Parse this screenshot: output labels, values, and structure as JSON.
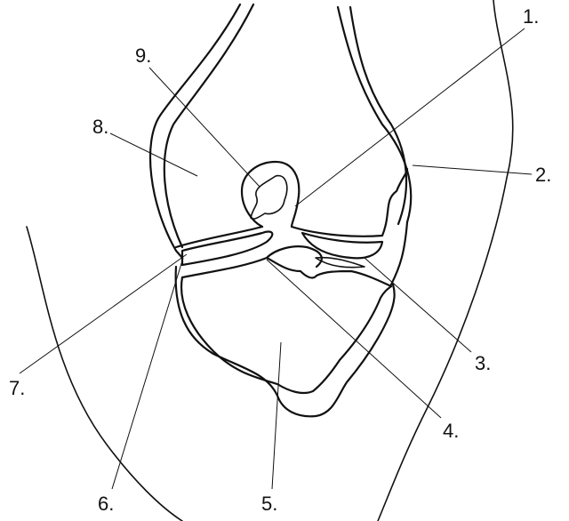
{
  "labels": {
    "l1": "1.",
    "l2": "2.",
    "l3": "3.",
    "l4": "4.",
    "l5": "5.",
    "l6": "6.",
    "l7": "7.",
    "l8": "8.",
    "l9": "9."
  }
}
